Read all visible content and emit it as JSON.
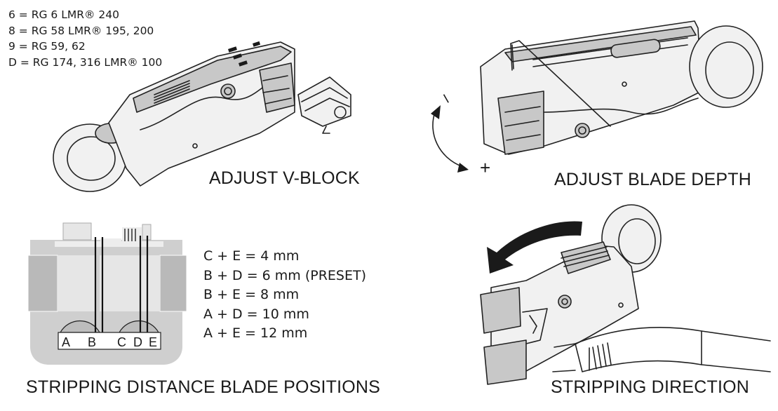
{
  "coax_legend": [
    "6 = RG 6 LMR® 240",
    "8 = RG 58 LMR® 195, 200",
    "9 = RG 59, 62",
    "D = RG 174, 316 LMR® 100"
  ],
  "captions": {
    "adjust_vblock": "ADJUST V-BLOCK",
    "adjust_blade_depth": "ADJUST BLADE DEPTH",
    "stripping_distance": "STRIPPING DISTANCE BLADE POSITIONS",
    "stripping_direction": "STRIPPING DIRECTION"
  },
  "depth_marks": {
    "minus": "–",
    "plus": "+"
  },
  "blade_letters": [
    "A",
    "B",
    "C",
    "D",
    "E"
  ],
  "blade_combinations": [
    "C + E = 4 mm",
    "B + D = 6 mm (PRESET)",
    "B + E = 8 mm",
    "A + D = 10 mm",
    "A + E = 12 mm"
  ],
  "colors": {
    "ink": "#1a1a1a",
    "panel_gray": "#cfcfcf",
    "background": "#ffffff"
  }
}
